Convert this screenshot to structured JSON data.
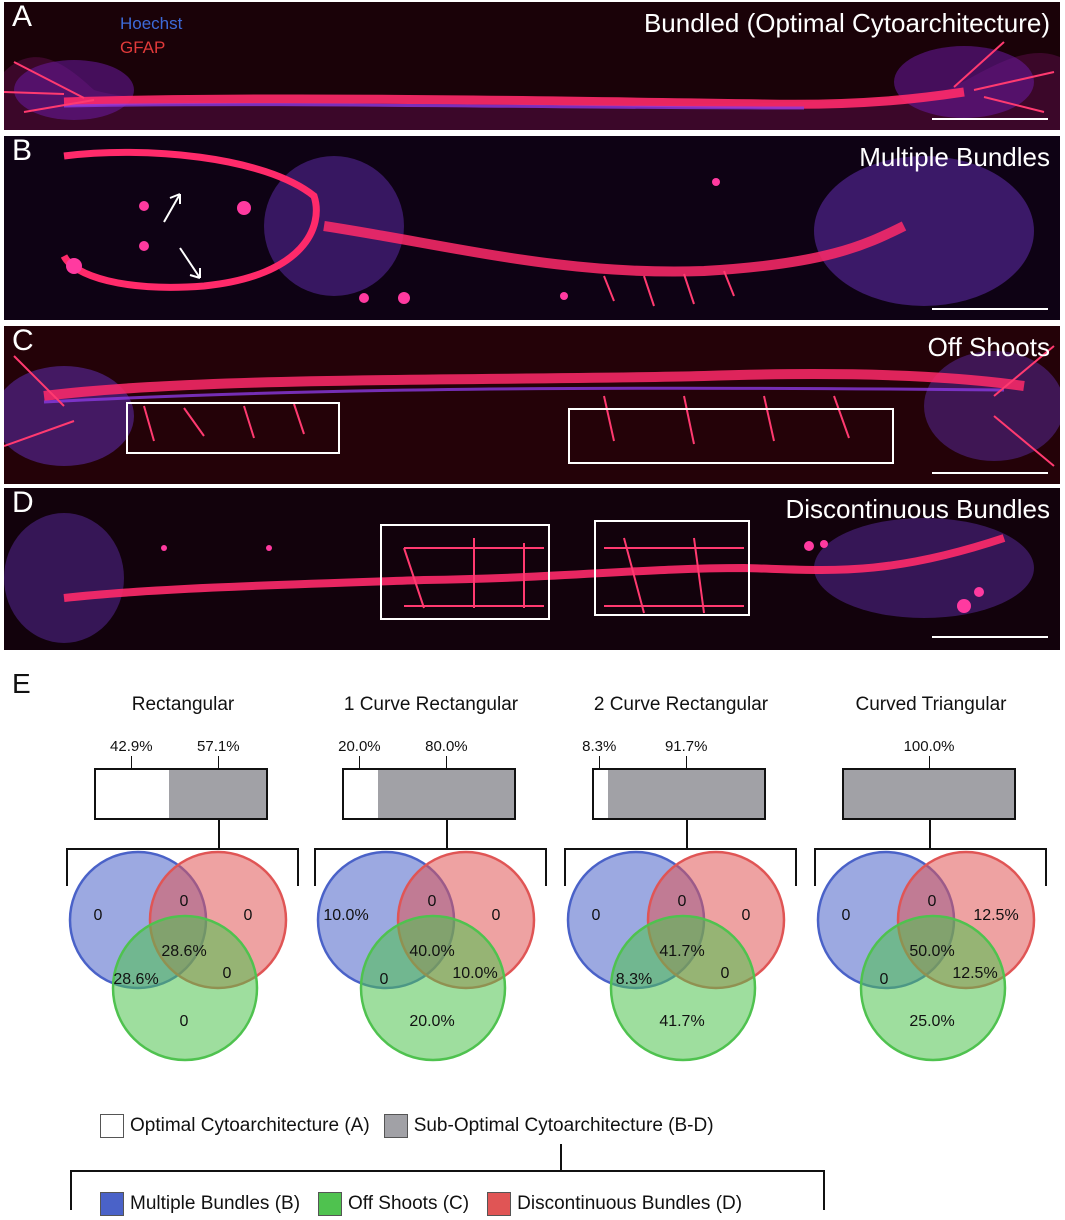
{
  "panels": [
    {
      "letter": "A",
      "title": "Bundled (Optimal Cytoarchitecture)"
    },
    {
      "letter": "B",
      "title": "Multiple Bundles"
    },
    {
      "letter": "C",
      "title": "Off Shoots"
    },
    {
      "letter": "D",
      "title": "Discontinuous Bundles"
    }
  ],
  "stains": {
    "hoechst": "Hoechst",
    "gfap": "GFAP"
  },
  "panel_e_letter": "E",
  "colors": {
    "optimal": "#ffffff",
    "suboptimal": "#a1a1a6",
    "multiple_bundles": "#4a62c8",
    "off_shoots": "#4fc24f",
    "discontinuous": "#e05555",
    "hoechst": "#3d6ad8",
    "gfap": "#e23a3a"
  },
  "chart_data": [
    {
      "type": "venn",
      "title": "Rectangular",
      "bar": {
        "optimal": 42.9,
        "suboptimal": 57.1,
        "optimal_label": "42.9%",
        "suboptimal_label": "57.1%"
      },
      "venn": {
        "b_only": "0",
        "bd": "0",
        "d_only": "0",
        "bcd": "28.6%",
        "bc": "28.6%",
        "cd": "0",
        "c_only": "0"
      }
    },
    {
      "type": "venn",
      "title": "1 Curve Rectangular",
      "bar": {
        "optimal": 20.0,
        "suboptimal": 80.0,
        "optimal_label": "20.0%",
        "suboptimal_label": "80.0%"
      },
      "venn": {
        "b_only": "10.0%",
        "bd": "0",
        "d_only": "0",
        "bcd": "40.0%",
        "bc": "0",
        "cd": "10.0%",
        "c_only": "20.0%"
      }
    },
    {
      "type": "venn",
      "title": "2 Curve Rectangular",
      "bar": {
        "optimal": 8.3,
        "suboptimal": 91.7,
        "optimal_label": "8.3%",
        "suboptimal_label": "91.7%"
      },
      "venn": {
        "b_only": "0",
        "bd": "0",
        "d_only": "0",
        "bcd": "41.7%",
        "bc": "8.3%",
        "cd": "0",
        "c_only": "41.7%"
      }
    },
    {
      "type": "venn",
      "title": "Curved Triangular",
      "bar": {
        "optimal": 0,
        "suboptimal": 100.0,
        "optimal_label": "",
        "suboptimal_label": "100.0%"
      },
      "venn": {
        "b_only": "0",
        "bd": "0",
        "d_only": "12.5%",
        "bcd": "50.0%",
        "bc": "0",
        "cd": "12.5%",
        "c_only": "25.0%"
      }
    }
  ],
  "legend": {
    "optimal": "Optimal Cytoarchitecture (A)",
    "suboptimal": "Sub-Optimal Cytoarchitecture (B-D)",
    "multiple": "Multiple Bundles (B)",
    "offshoots": "Off Shoots (C)",
    "discontinuous": "Discontinuous Bundles (D)"
  }
}
